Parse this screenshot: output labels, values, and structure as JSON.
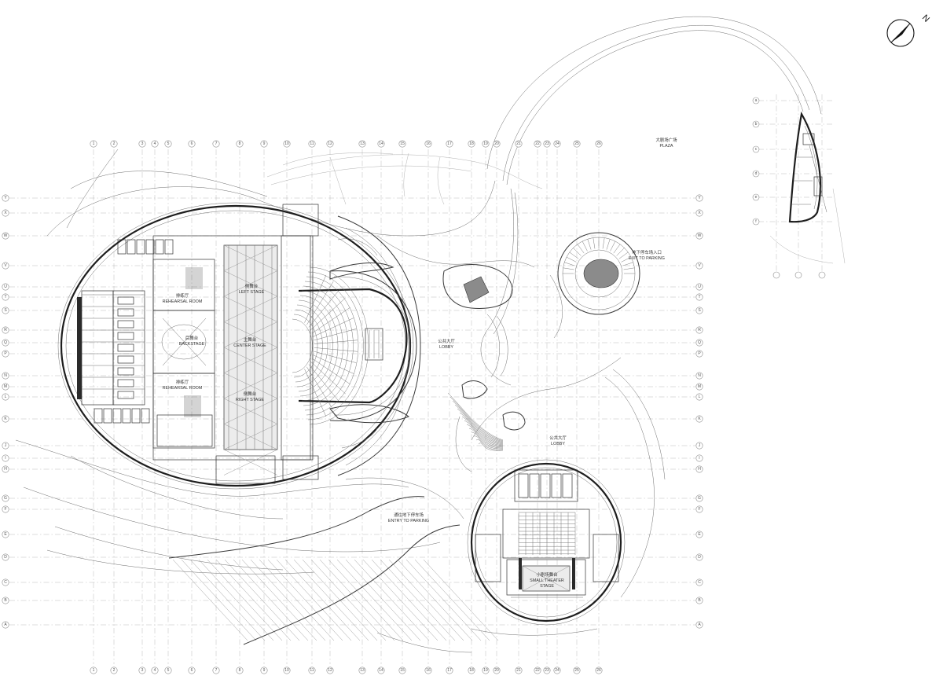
{
  "compass": {
    "north_letter": "N",
    "icon": "north-arrow-icon"
  },
  "grid": {
    "columns": [
      "1",
      "2",
      "3",
      "4",
      "5",
      "6",
      "7",
      "8",
      "9",
      "10",
      "11",
      "12",
      "13",
      "14",
      "15",
      "16",
      "17",
      "18",
      "19",
      "20",
      "21",
      "22",
      "23",
      "24",
      "25",
      "26"
    ],
    "rows": [
      "Y",
      "X",
      "W",
      "V",
      "U",
      "T",
      "S",
      "R",
      "Q",
      "P",
      "N",
      "M",
      "L",
      "K",
      "J",
      "I",
      "H",
      "G",
      "F",
      "E",
      "D",
      "C",
      "B",
      "A"
    ],
    "tower_rows": [
      "a",
      "b",
      "c",
      "d",
      "e",
      "f"
    ]
  },
  "labels": {
    "plaza": {
      "cn": "大剧场广场",
      "en": "PLAZA"
    },
    "exit_parking": {
      "cn": "地下停车场入口",
      "en": "EXIT TO PARKING"
    },
    "entry_parking": {
      "cn": "通往地下停车场",
      "en": "ENTRY TO PARKING"
    },
    "lobby_main": {
      "cn": "公共大厅",
      "en": "LOBBY"
    },
    "lobby_small": {
      "cn": "公共大厅",
      "en": "LOBBY"
    },
    "left_stage": {
      "cn": "侧舞台",
      "en": "LEFT STAGE"
    },
    "center_stage": {
      "cn": "主舞台",
      "en": "CENTER STAGE"
    },
    "right_stage": {
      "cn": "侧舞台",
      "en": "RIGHT STAGE"
    },
    "backstage": {
      "cn": "后舞台",
      "en": "BACKSTAGE"
    },
    "rehearsal_top": {
      "cn": "排练厅",
      "en": "REHEARSAL ROOM"
    },
    "rehearsal_bottom": {
      "cn": "排练厅",
      "en": "REHEARSAL ROOM"
    },
    "small_theater": {
      "cn": "小剧场舞台",
      "en": "SMALL THEATER",
      "en2": "STAGE"
    }
  }
}
